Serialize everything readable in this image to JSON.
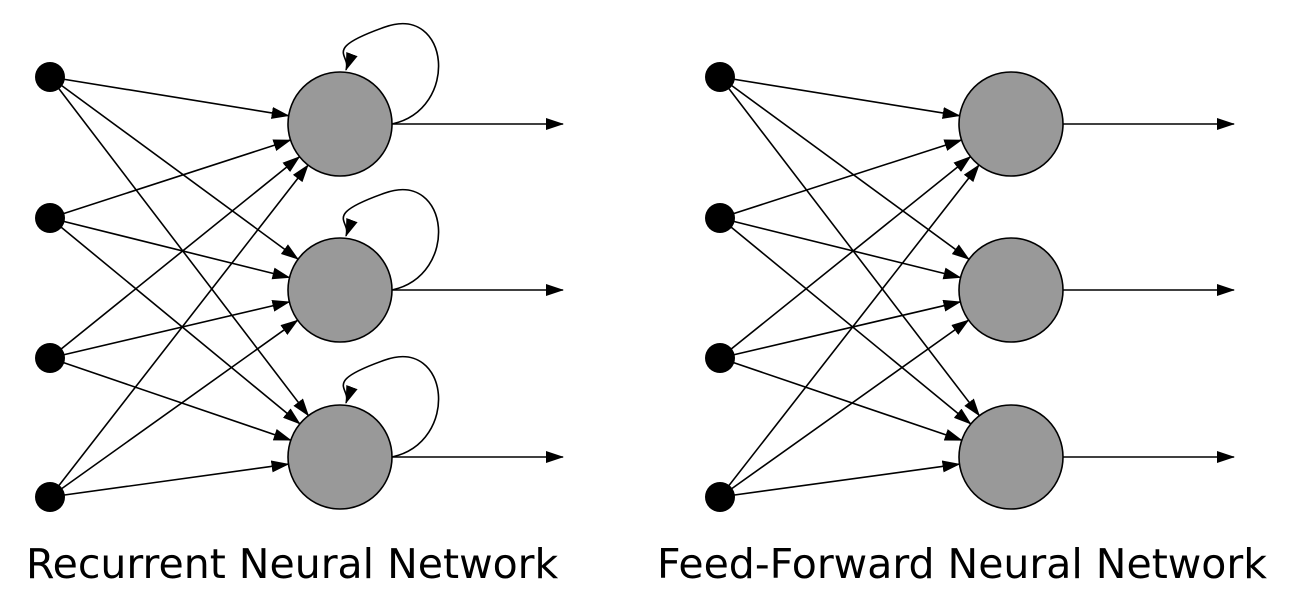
{
  "colors": {
    "background": "#ffffff",
    "stroke": "#000000",
    "input_node": "#000000",
    "hidden_node": "#999999"
  },
  "diagrams": [
    {
      "id": "recurrent",
      "caption": "Recurrent Neural Network",
      "input_count": 4,
      "hidden_count": 3,
      "fully_connected": true,
      "self_loops": true,
      "outputs_per_hidden": 1
    },
    {
      "id": "feed-forward",
      "caption": "Feed-Forward Neural Network",
      "input_count": 4,
      "hidden_count": 3,
      "fully_connected": true,
      "self_loops": false,
      "outputs_per_hidden": 1
    }
  ]
}
